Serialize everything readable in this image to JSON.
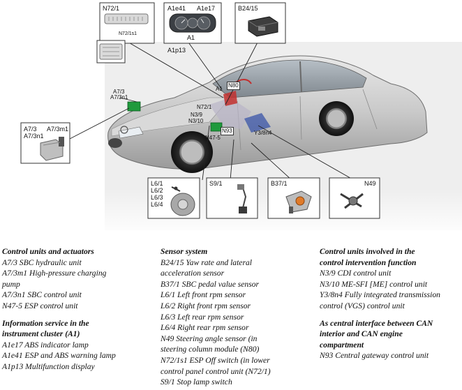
{
  "diagram": {
    "callouts": {
      "n72_1": "N72/1",
      "n72_1s1": "N72/1s1",
      "a1e41": "A1e41",
      "a1e17": "A1e17",
      "a1": "A1",
      "a1p13": "A1p13",
      "b24_15": "B24/15",
      "a7_3_top": "A7/3",
      "a7_3n1_top": "A7/3n1",
      "a7_3_box": "A7/3",
      "a7_3n1_box": "A7/3n1",
      "a7_3m1_box": "A7/3m1",
      "a1_car": "A1",
      "n80_car": "N80",
      "n72_1_car": "N72/1",
      "n3_9_car": "N3/9",
      "n3_10_car": "N3/10",
      "n93_car": "N93",
      "y3_8n4_car": "Y3/8n4",
      "n47_5_car": "N47-5",
      "l6_1": "L6/1",
      "l6_2": "L6/2",
      "l6_3": "L6/3",
      "l6_4": "L6/4",
      "s9_1": "S9/1",
      "b37_1": "B37/1",
      "n49": "N49"
    }
  },
  "legend": {
    "col1": {
      "section1_heading": "Control units and actuators",
      "section1_items": [
        "A7/3 SBC hydraulic unit",
        "A7/3m1 High-pressure charging",
        "pump",
        "A7/3n1 SBC control unit",
        "N47-5 ESP control unit"
      ],
      "section2_heading_1": "Information service in the",
      "section2_heading_2": "instrument cluster (A1)",
      "section2_items": [
        "A1e17 ABS indicator lamp",
        "A1e41 ESP and ABS warning lamp",
        "A1p13 Multifunction display"
      ]
    },
    "col2": {
      "heading": "Sensor system",
      "items": [
        "B24/15 Yaw rate and lateral",
        "acceleration sensor",
        "B37/1 SBC pedal value sensor",
        "L6/1 Left front rpm sensor",
        "L6/2 Right front rpm sensor",
        "L6/3 Left rear rpm sensor",
        "L6/4 Right rear rpm sensor",
        "N49 Steering angle sensor (in",
        "steering column module (N80)",
        "N72/1s1 ESP Off switch (in lower",
        "control panel control unit (N72/1)",
        "S9/1 Stop lamp switch"
      ]
    },
    "col3": {
      "section1_heading_1": "Control units involved in the",
      "section1_heading_2": "control intervention function",
      "section1_items": [
        "N3/9 CDI control unit",
        "N3/10 ME-SFI [ME] control unit",
        "Y3/8n4 Fully integrated transmission",
        "control (VGS) control unit"
      ],
      "section2_heading_1": "As central interface between CAN",
      "section2_heading_2": "interior and CAN engine",
      "section2_heading_3": "compartment",
      "section2_items": [
        "N93 Central gateway control unit"
      ]
    }
  }
}
